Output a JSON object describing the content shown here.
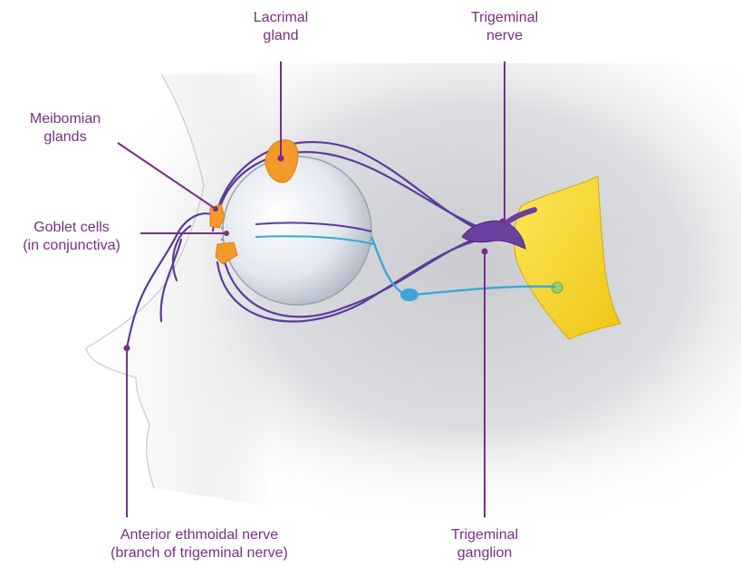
{
  "colors": {
    "label_text": "#7a2d87",
    "leader_line": "#7a2d87",
    "nerve": "#5b3b9b",
    "nerve_branch": "#3aa7d6",
    "gland": "#f39a2b",
    "brain_structure": "#f5d21f",
    "eye_globe": "#e6eaf0"
  },
  "labels": {
    "lacrimal_gland": {
      "line1": "Lacrimal",
      "line2": "gland"
    },
    "trigeminal_nerve": {
      "line1": "Trigeminal",
      "line2": "nerve"
    },
    "meibomian_glands": {
      "line1": "Meibomian",
      "line2": "glands"
    },
    "goblet_cells": {
      "line1": "Goblet cells",
      "line2": "(in conjunctiva)"
    },
    "anterior_ethmoidal_nerve": {
      "line1": "Anterior ethmoidal nerve",
      "line2": "(branch of trigeminal nerve)"
    },
    "trigeminal_ganglion": {
      "line1": "Trigeminal",
      "line2": "ganglion"
    }
  }
}
